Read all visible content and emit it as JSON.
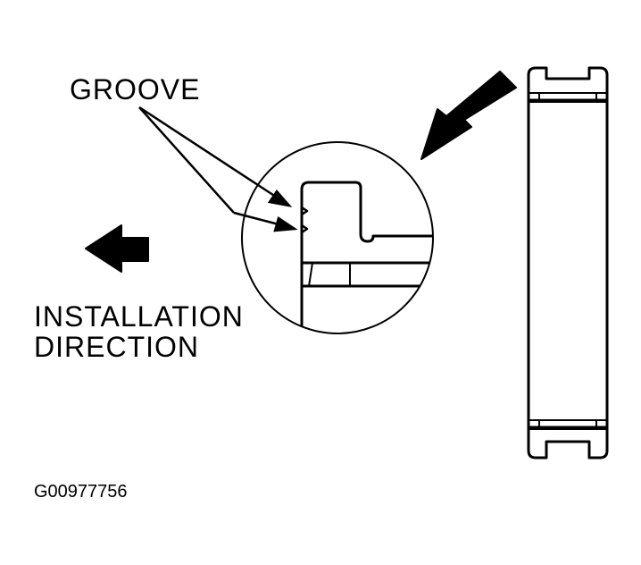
{
  "labels": {
    "groove": "GROOVE",
    "installation_line1": "INSTALLATION",
    "installation_line2": "DIRECTION",
    "figure_id": "G00977756"
  },
  "colors": {
    "ink": "#000000",
    "paper": "#ffffff"
  },
  "icons": {
    "installation_arrow": "left-arrow-icon",
    "view_arrow": "pointer-arrow-icon"
  }
}
